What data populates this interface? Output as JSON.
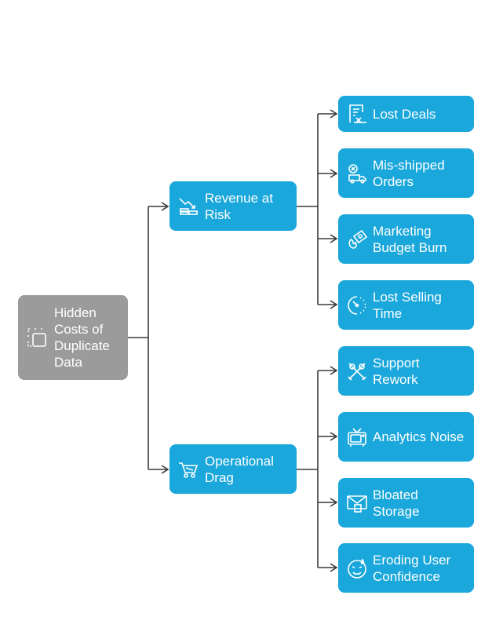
{
  "root": {
    "label": "Hidden Costs of Duplicate Data",
    "icon": "dashed-select-icon"
  },
  "branches": [
    {
      "label": "Revenue at Risk",
      "icon": "money-down-icon",
      "children": [
        {
          "label": "Lost Deals",
          "icon": "contract-icon"
        },
        {
          "label": "Mis-shipped Orders",
          "icon": "truck-x-icon"
        },
        {
          "label": "Marketing Budget Burn",
          "icon": "burning-cash-icon"
        },
        {
          "label": "Lost Selling Time",
          "icon": "timer-icon"
        }
      ]
    },
    {
      "label": "Operational Drag",
      "icon": "cart-icon",
      "children": [
        {
          "label": "Support Rework",
          "icon": "tools-icon"
        },
        {
          "label": "Analytics Noise",
          "icon": "tv-icon"
        },
        {
          "label": "Bloated Storage",
          "icon": "mail-box-icon"
        },
        {
          "label": "Eroding User Confidence",
          "icon": "sweat-face-icon"
        }
      ]
    }
  ],
  "colors": {
    "root": "#9b9b9b",
    "node": "#1aa7db",
    "connector": "#3a3a3a"
  }
}
